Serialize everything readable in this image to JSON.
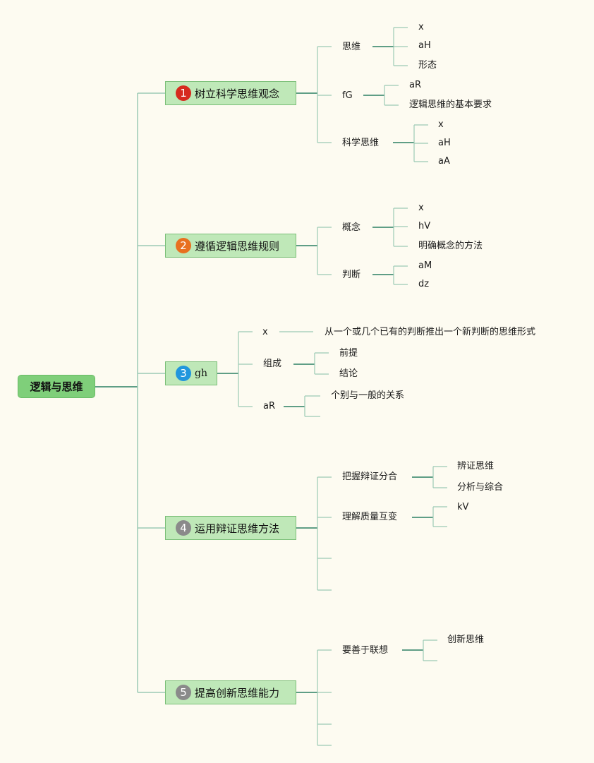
{
  "root": {
    "label": "逻辑与思维"
  },
  "colors": {
    "line": "#5f9e86",
    "box_fill": "#bfe8b8",
    "root_fill": "#7fcf7a",
    "num1": "#d62a1e",
    "num2": "#e8701f",
    "num3": "#2196dd",
    "num4": "#8a8a8a",
    "num5": "#8a8a8a"
  },
  "topics": [
    {
      "num": "1",
      "label": "树立科学思维观念",
      "children": [
        {
          "label": "思维",
          "children": [
            "x",
            "aH",
            "形态"
          ]
        },
        {
          "label": "fG",
          "children": [
            "aR",
            "逻辑思维的基本要求"
          ]
        },
        {
          "label": "科学思维",
          "children": [
            "x",
            "aH",
            "aA"
          ]
        }
      ]
    },
    {
      "num": "2",
      "label": "遵循逻辑思维规则",
      "children": [
        {
          "label": "概念",
          "children": [
            "x",
            "hV",
            "明确概念的方法"
          ]
        },
        {
          "label": "判断",
          "children": [
            "aM",
            "dz"
          ]
        }
      ]
    },
    {
      "num": "3",
      "label": "gh",
      "children": [
        {
          "label": "x",
          "children": [
            "从一个或几个已有的判断推出一个新判断的思维形式"
          ]
        },
        {
          "label": "组成",
          "children": [
            "前提",
            "结论"
          ]
        },
        {
          "label": "aR",
          "children": [
            "个别与一般的关系"
          ]
        }
      ]
    },
    {
      "num": "4",
      "label": "运用辩证思维方法",
      "children": [
        {
          "label": "把握辩证分合",
          "children": [
            "辨证思维",
            "分析与综合"
          ]
        },
        {
          "label": "理解质量互变",
          "children": [
            "kV"
          ]
        }
      ]
    },
    {
      "num": "5",
      "label": "提高创新思维能力",
      "children": [
        {
          "label": "要善于联想",
          "children": [
            "创新思维"
          ]
        }
      ]
    }
  ]
}
